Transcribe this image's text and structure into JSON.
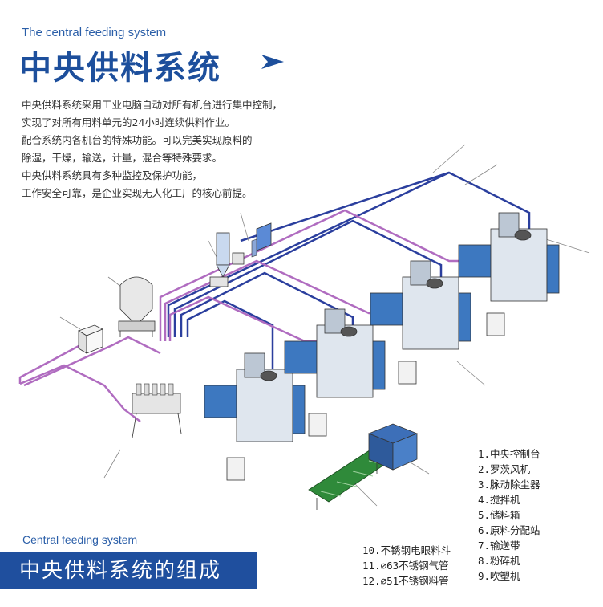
{
  "header": {
    "subtitle_en": "The central feeding system",
    "title_cn": "中央供料系统"
  },
  "intro": {
    "lines": [
      "中央供料系统采用工业电脑自动对所有机台进行集中控制，",
      "实现了对所有用料单元的24小时连续供料作业。",
      "配合系统内各机台的特殊功能。可以完美实现原料的",
      "除湿，干燥，输送，计量，混合等特殊要求。",
      "中央供料系统具有多种监控及保护功能，",
      "工作安全可靠，是企业实现无人化工厂的核心前提。"
    ]
  },
  "legend": {
    "right": [
      "1.中央控制台",
      "2.罗茨风机",
      "3.脉动除尘器",
      "4.搅拌机",
      "5.储料箱",
      "6.原料分配站",
      "7.输送带",
      "8.粉碎机",
      "9.吹塑机"
    ],
    "left": [
      "10.不锈钢电眼料斗",
      "11.⌀63不锈钢气管",
      "12.⌀51不锈钢料管"
    ]
  },
  "footer": {
    "subtitle_en": "Central feeding system",
    "title_cn": "中央供料系统的组成"
  },
  "colors": {
    "brand_blue": "#1f4f9e",
    "pipe_blue": "#2b3f9e",
    "pipe_purple": "#b06cc0",
    "machine_blue": "#3d78c0"
  }
}
